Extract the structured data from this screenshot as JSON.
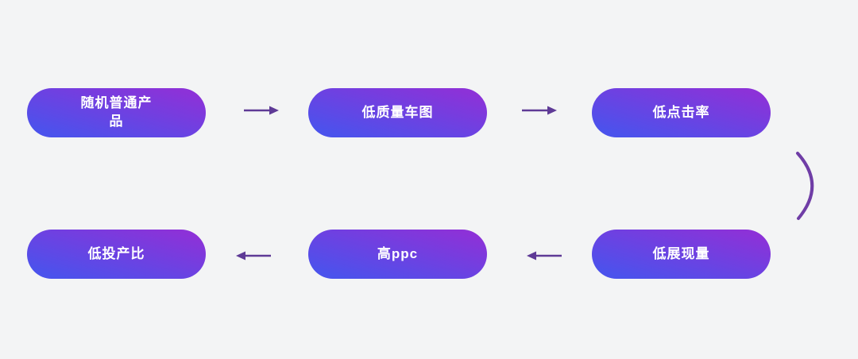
{
  "page": {
    "background_color": "#f3f4f5"
  },
  "palette": {
    "pill_gradient_start": "#4b52ec",
    "pill_gradient_end": "#8c32d8",
    "pill_text_color": "#ffffff",
    "arrow_color": "#5e3a96",
    "curve_color": "#6f3da6"
  },
  "diagram": {
    "type": "flowchart",
    "rows": 2,
    "nodes": [
      {
        "id": "random-ordinary-product",
        "label": "随机普通产\n品",
        "row": 1,
        "col": 1
      },
      {
        "id": "low-quality-creative-image",
        "label": "低质量车图",
        "row": 1,
        "col": 2
      },
      {
        "id": "low-click-through-rate",
        "label": "低点击率",
        "row": 1,
        "col": 3
      },
      {
        "id": "low-roi",
        "label": "低投产比",
        "row": 2,
        "col": 1
      },
      {
        "id": "high-ppc",
        "label": "高ppc",
        "row": 2,
        "col": 2
      },
      {
        "id": "low-impressions",
        "label": "低展现量",
        "row": 2,
        "col": 3
      }
    ],
    "connectors": [
      {
        "from": "random-ordinary-product",
        "to": "low-quality-creative-image",
        "glyph": "arrow-right"
      },
      {
        "from": "low-quality-creative-image",
        "to": "low-click-through-rate",
        "glyph": "arrow-right"
      },
      {
        "from": "low-click-through-rate",
        "to": "low-impressions",
        "glyph": "curved-arc-down"
      },
      {
        "from": "low-impressions",
        "to": "high-ppc",
        "glyph": "arrow-left"
      },
      {
        "from": "high-ppc",
        "to": "low-roi",
        "glyph": "arrow-left"
      }
    ]
  }
}
